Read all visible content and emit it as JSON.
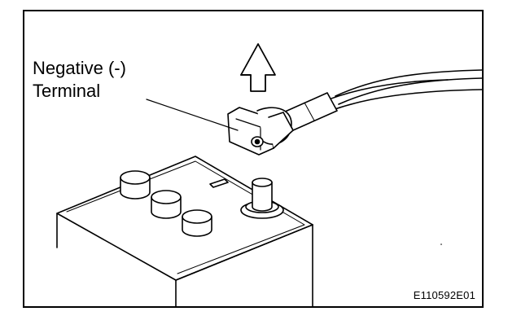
{
  "diagram": {
    "callout": {
      "line1": "Negative (-)",
      "line2": "Terminal"
    },
    "figure_code": "E110592E01",
    "colors": {
      "ink": "#000000",
      "paper": "#ffffff"
    },
    "icons": {
      "direction": "up-arrow-icon"
    }
  }
}
